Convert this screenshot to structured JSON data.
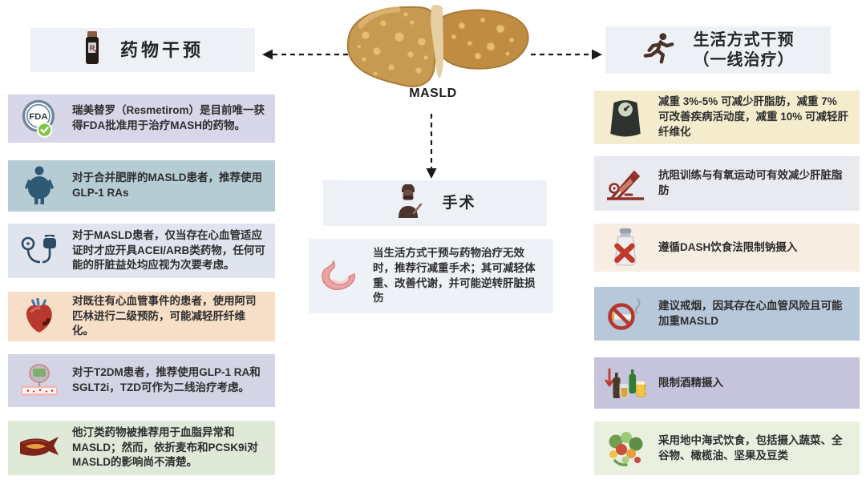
{
  "palette": {
    "header_bg": "#edf1f6",
    "arrow_color": "#1a1a1a",
    "text_color": "#2e2e2e"
  },
  "center": {
    "liver_illustration": "fatty-liver-illustration",
    "liver_label": "MASLD",
    "surgery_title": "手术",
    "surgery_icon": "surgeon-icon",
    "surgery_note_icon": "stomach-icon",
    "surgery_note": "当生活方式干预与药物治疗无效时，推荐行减重手术；其可减轻体重、改善代谢，并可能逆转肝脏损伤"
  },
  "left_column": {
    "title": "药物干预",
    "header_icon": "pill-bottle-icon",
    "items": [
      {
        "icon": "fda-badge-icon",
        "bg": "#d8d6e9",
        "text": "瑞美替罗（Resmetirom）是目前唯一获得FDA批准用于治疗MASH的药物。"
      },
      {
        "icon": "obese-person-icon",
        "bg": "#b5ccd5",
        "text": "对于合并肥胖的MASLD患者，推荐使用GLP-1 RAs"
      },
      {
        "icon": "blood-pressure-icon",
        "bg": "#dfe4ee",
        "text": "对于MASLD患者，仅当存在心血管适应证时才应开具ACEI/ARB类药物，任何可能的肝脏益处均应视为次要考虑。"
      },
      {
        "icon": "heart-icon",
        "bg": "#f6dfc6",
        "text": "对既往有心血管事件的患者，使用阿司匹林进行二级预防，可能减轻肝纤维化。"
      },
      {
        "icon": "glucose-meter-icon",
        "bg": "#d3d5e7",
        "text": "对于T2DM患者，推荐使用GLP-1 RA和SGLT2i，TZD可作为二线治疗考虑。"
      },
      {
        "icon": "artery-icon",
        "bg": "#e0e8d8",
        "text": "他汀类药物被推荐用于血脂异常和MASLD；然而，依折麦布和PCSK9i对MASLD的影响尚不清楚。"
      }
    ]
  },
  "right_column": {
    "title": "生活方式干预",
    "subtitle": "（一线治疗）",
    "header_icon": "running-person-icon",
    "items": [
      {
        "icon": "weight-scale-icon",
        "bg": "#f5ecce",
        "text": "减重 3%-5% 可减少肝脂肪，减重 7% 可改善疾病活动度，减重 10% 可减轻肝纤维化"
      },
      {
        "icon": "leg-press-icon",
        "bg": "#e8eaef",
        "text": "抗阻训练与有氧运动可有效减少肝脏脂肪"
      },
      {
        "icon": "salt-shaker-icon",
        "bg": "#f8ede2",
        "text": "遵循DASH饮食法限制钠摄入"
      },
      {
        "icon": "no-smoking-icon",
        "bg": "#b7c8da",
        "text": "建议戒烟，因其存在心血管风险且可能加重MASLD"
      },
      {
        "icon": "alcohol-limit-icon",
        "bg": "#c6c3dc",
        "text": "限制酒精摄入"
      },
      {
        "icon": "mediterranean-diet-icon",
        "bg": "#e9f0e0",
        "text": "采用地中海式饮食，包括摄入蔬菜、全谷物、橄榄油、坚果及豆类"
      }
    ]
  }
}
